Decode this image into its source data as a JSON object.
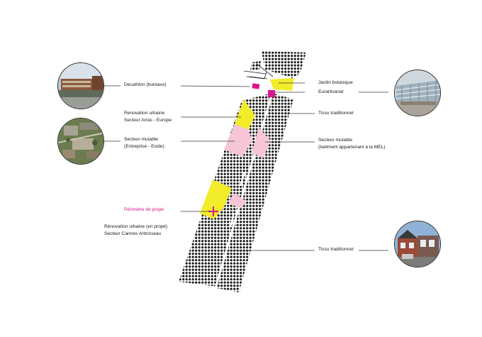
{
  "labels": {
    "decathlon": "Decathlon (bureaux)",
    "renovation_arras_1": "Renovation urbaine",
    "renovation_arras_2": "Secteur Arras - Europe",
    "secteur_mutable_1": "Secteur mutable",
    "secteur_mutable_2": "(Entreprise - Exide)",
    "perimetre": "Périmètre de projet",
    "renovation_cannes_1": "Rénovation urbaine (en projet)",
    "renovation_cannes_2": "Secteur Cannes Arbrisseau",
    "jardin": "Jardin botanique",
    "eurartisanat": "Eurartisanat",
    "tissu_1": "Tissu traditionnel",
    "secteur_mutable_mel_1": "Secteur mutable",
    "secteur_mutable_mel_2": "(batiment appartenant à la MEL)",
    "tissu_2": "Tissu traditionnel"
  },
  "photos": {
    "decathlon": "decathlon-building-photo",
    "exide": "aerial-exide-photo",
    "eurartisanat": "eurartisanat-building-photo",
    "tissu": "traditional-houses-photo"
  },
  "colors": {
    "yellow": "#f2ec2a",
    "pink": "#f7c5d8",
    "magenta": "#d6168a",
    "pattern": "#1a1a1a",
    "lines": "#3a3a3a"
  }
}
